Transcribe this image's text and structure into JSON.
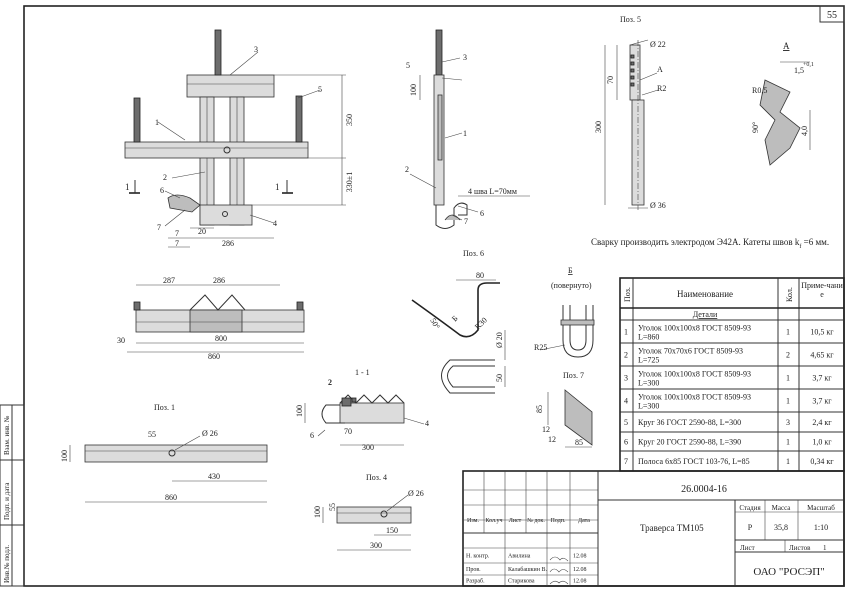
{
  "sheet_number": "55",
  "side_labels": [
    "Инв.№ подл.",
    "Подп. и дата",
    "Взам. инв. №"
  ],
  "views": {
    "pos5_title": "Поз. 5",
    "pos6_title": "Поз. 6",
    "pos7_title": "Поз. 7",
    "pos1_title": "Поз. 1",
    "pos4_title": "Поз. 4",
    "section_title": "1 - 1",
    "detail_a_title": "А",
    "view_b_title": "Б",
    "view_b_note": "(повернуто)",
    "section_marks": [
      "1",
      "1"
    ],
    "leader_marks": [
      "1",
      "2",
      "3",
      "4",
      "5",
      "6",
      "7"
    ],
    "callout_a": "А",
    "callout_b": "Б"
  },
  "dimensions": {
    "main": [
      "350",
      "330±1",
      "7",
      "20",
      "286",
      "7"
    ],
    "side": [
      "100",
      "4 шва L=70мм"
    ],
    "pos5": [
      "Ø 22",
      "70",
      "R2",
      "300",
      "Ø 36"
    ],
    "detail_a": [
      "1,5",
      "+0,1",
      "R0,5",
      "90°",
      "4,0"
    ],
    "pos6": [
      "80",
      "50°",
      "R30",
      "Ø 20",
      "50",
      "R25"
    ],
    "pos7": [
      "85",
      "12",
      "12",
      "85"
    ],
    "plan": [
      "287",
      "286",
      "30",
      "800",
      "860"
    ],
    "section": [
      "100",
      "70",
      "300"
    ],
    "pos1": [
      "55",
      "Ø 26",
      "100",
      "430",
      "860"
    ],
    "pos4": [
      "100",
      "55",
      "Ø 26",
      "150",
      "300"
    ]
  },
  "weld_note": "Сварку производить электродом Э42А. Катеты швов k",
  "weld_note_sub": "f",
  "weld_note_tail": " =6 мм.",
  "spec_table": {
    "headers": [
      "Поз.",
      "Наименование",
      "Кол.",
      "Приме-чание"
    ],
    "section": "Детали",
    "rows": [
      {
        "pos": "1",
        "name": [
          "Уголок 100x100x8 ГОСТ 8509-93",
          "L=860"
        ],
        "qty": "1",
        "note": "10,5 кг"
      },
      {
        "pos": "2",
        "name": [
          "Уголок 70x70x6 ГОСТ 8509-93",
          "L=725"
        ],
        "qty": "2",
        "note": "4,65 кг"
      },
      {
        "pos": "3",
        "name": [
          "Уголок 100x100x8 ГОСТ 8509-93",
          "L=300"
        ],
        "qty": "1",
        "note": "3,7 кг"
      },
      {
        "pos": "4",
        "name": [
          "Уголок 100x100x8 ГОСТ 8509-93",
          "L=300"
        ],
        "qty": "1",
        "note": "3,7 кг"
      },
      {
        "pos": "5",
        "name": [
          "Круг 36 ГОСТ 2590-88, L=300"
        ],
        "qty": "3",
        "note": "2,4 кг"
      },
      {
        "pos": "6",
        "name": [
          "Круг 20 ГОСТ 2590-88, L=390"
        ],
        "qty": "1",
        "note": "1,0 кг"
      },
      {
        "pos": "7",
        "name": [
          "Полоса 6x85 ГОСТ 103-76, L=85"
        ],
        "qty": "1",
        "note": "0,34 кг"
      }
    ]
  },
  "title_block": {
    "doc_code": "26.0004-16",
    "product": "Траверса ТМ105",
    "col_headers": [
      "Изм.",
      "Кол.уч",
      "Лист",
      "№ док.",
      "Подп.",
      "Дата"
    ],
    "stage_header": "Стадия",
    "mass_header": "Масса",
    "scale_header": "Масштаб",
    "stage": "Р",
    "mass": "35,8",
    "scale": "1:10",
    "sheet_label": "Лист",
    "sheets_label": "Листов",
    "sheets_count": "1",
    "company": "ОАО \"РОСЭП\"",
    "signers": [
      {
        "role": "Н. контр.",
        "name": "Авилина",
        "date": "12.08"
      },
      {
        "role": "Пров.",
        "name": "Калабашкин В.",
        "date": "12.08"
      },
      {
        "role": "Разраб.",
        "name": "Старикова",
        "date": "12.08"
      }
    ]
  }
}
